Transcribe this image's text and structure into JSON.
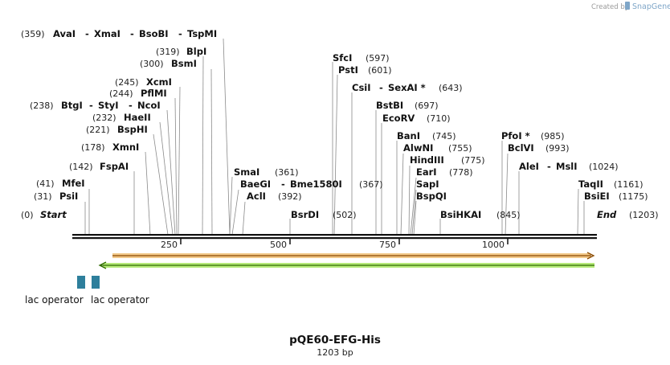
{
  "credit": {
    "prefix": "Created by",
    "brand": "SnapGene"
  },
  "map": {
    "title": "pQE60-EFG-His",
    "length_label": "1203 bp",
    "length": 1203,
    "ticks": [
      "250",
      "500",
      "750",
      "1000"
    ],
    "start_label": "Start",
    "start_pos": "(0)",
    "end_label": "End",
    "end_pos": "(1203)"
  },
  "sites": [
    {
      "group": [
        "AvaI",
        "XmaI",
        "BsoBI",
        "TspMI"
      ],
      "pos": "(359)"
    },
    {
      "group": [
        "BlpI"
      ],
      "pos": "(319)"
    },
    {
      "group": [
        "BsmI"
      ],
      "pos": "(300)"
    },
    {
      "group": [
        "XcmI"
      ],
      "pos": "(245)"
    },
    {
      "group": [
        "PflMI"
      ],
      "pos": "(244)"
    },
    {
      "group": [
        "BtgI",
        "StyI",
        "NcoI"
      ],
      "pos": "(238)"
    },
    {
      "group": [
        "HaeII"
      ],
      "pos": "(232)"
    },
    {
      "group": [
        "BspHI"
      ],
      "pos": "(221)"
    },
    {
      "group": [
        "XmnI"
      ],
      "pos": "(178)"
    },
    {
      "group": [
        "FspAI"
      ],
      "pos": "(142)"
    },
    {
      "group": [
        "MfeI"
      ],
      "pos": "(41)"
    },
    {
      "group": [
        "PsiI"
      ],
      "pos": "(31)"
    },
    {
      "group": [
        "SmaI"
      ],
      "pos": "(361)"
    },
    {
      "group": [
        "BaeGI",
        "Bme1580I"
      ],
      "pos": "(367)"
    },
    {
      "group": [
        "AclI"
      ],
      "pos": "(392)"
    },
    {
      "group": [
        "BsrDI"
      ],
      "pos": "(502)"
    },
    {
      "group": [
        "SfcI"
      ],
      "pos": "(597)"
    },
    {
      "group": [
        "PstI"
      ],
      "pos": "(601)"
    },
    {
      "group": [
        "CsiI",
        "SexAI *"
      ],
      "pos": "(643)"
    },
    {
      "group": [
        "BstBI"
      ],
      "pos": "(697)"
    },
    {
      "group": [
        "EcoRV"
      ],
      "pos": "(710)"
    },
    {
      "group": [
        "BanI"
      ],
      "pos": "(745)"
    },
    {
      "group": [
        "AlwNI"
      ],
      "pos": "(755)"
    },
    {
      "group": [
        "HindIII"
      ],
      "pos": "(775)"
    },
    {
      "group": [
        "EarI"
      ],
      "pos": "(778)"
    },
    {
      "group": [
        "SapI"
      ],
      "pos": ""
    },
    {
      "group": [
        "BspQI"
      ],
      "pos": ""
    },
    {
      "group": [
        "BsiHKAI"
      ],
      "pos": "(845)"
    },
    {
      "group": [
        "PfoI *"
      ],
      "pos": "(985)"
    },
    {
      "group": [
        "BclVI"
      ],
      "pos": "(993)"
    },
    {
      "group": [
        "AleI",
        "MslI"
      ],
      "pos": "(1024)"
    },
    {
      "group": [
        "TaqII"
      ],
      "pos": "(1161)"
    },
    {
      "group": [
        "BsiEI"
      ],
      "pos": "(1175)"
    }
  ],
  "features": [
    {
      "label": "lac operator",
      "color": "#2e7f9c"
    },
    {
      "label": "lac operator",
      "color": "#2e7f9c"
    }
  ],
  "orfs": [
    {
      "direction": "forward",
      "color": "#f2c98a",
      "stroke": "#8a4a00"
    },
    {
      "direction": "reverse",
      "color": "#b6ea7a",
      "stroke": "#2f6b00"
    }
  ]
}
